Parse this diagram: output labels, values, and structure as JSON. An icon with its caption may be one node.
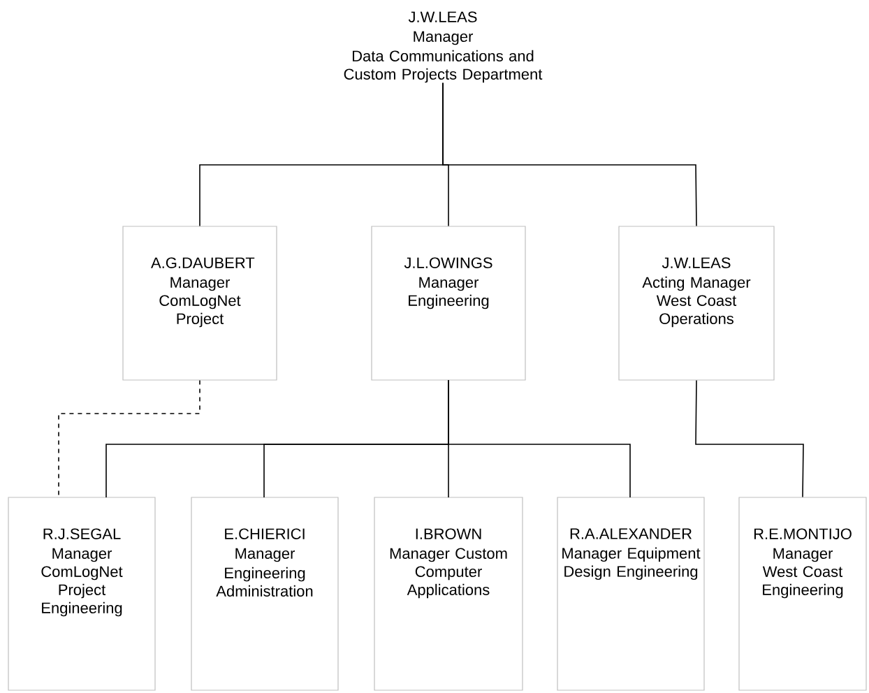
{
  "diagram": {
    "nodes": [
      {
        "text": [
          "J.W.LEAS",
          "Manager",
          "Data Communications and Custom Projects Department"
        ]
      },
      {
        "text": [
          "A.G.DAUBERT",
          "Manager ComLogNet Project"
        ]
      },
      {
        "text": [
          "J.L.OWINGS",
          "Manager Engineering"
        ]
      },
      {
        "text": [
          "J.W.LEAS",
          "Acting Manager West Coast Operations"
        ]
      },
      {
        "text": [
          "R.J.SEGAL",
          "Manager ComLogNet Project Engineering"
        ]
      },
      {
        "text": [
          "E.CHIERICI",
          "Manager",
          "Engineering Administration"
        ]
      },
      {
        "text": [
          "I.BROWN",
          "Manager Custom Computer Applications"
        ]
      },
      {
        "text": [
          "R.A.ALEXANDER",
          "Manager Equipment Design Engineering"
        ]
      },
      {
        "text": [
          "R.E.MONTIJO",
          "Manager West Coast Engineering"
        ]
      }
    ],
    "edges": [
      {
        "from": 0,
        "to": 1,
        "arrow": "none"
      },
      {
        "from": 0,
        "to": 2,
        "arrow": "none"
      },
      {
        "from": 0,
        "to": 3,
        "arrow": "none"
      },
      {
        "from": 1,
        "to": 4,
        "arrow": "none",
        "style": "dashed"
      },
      {
        "from": 2,
        "to": 4,
        "arrow": "none"
      },
      {
        "from": 2,
        "to": 5,
        "arrow": "none"
      },
      {
        "from": 2,
        "to": 6,
        "arrow": "none"
      },
      {
        "from": 2,
        "to": 7,
        "arrow": "none"
      },
      {
        "from": 3,
        "to": 8,
        "arrow": "none"
      }
    ]
  }
}
